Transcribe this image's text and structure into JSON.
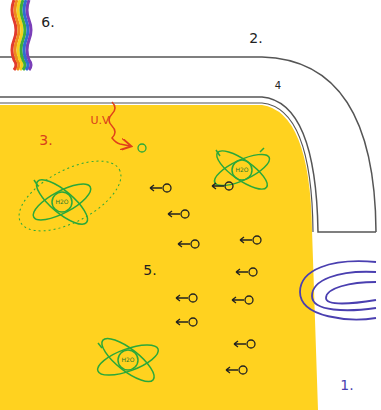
{
  "diagram": {
    "labels": [
      "6.",
      "2.",
      "4",
      "3.",
      "U.V",
      "5.",
      "1.",
      "H2O",
      "H2O",
      "H2O"
    ]
  }
}
